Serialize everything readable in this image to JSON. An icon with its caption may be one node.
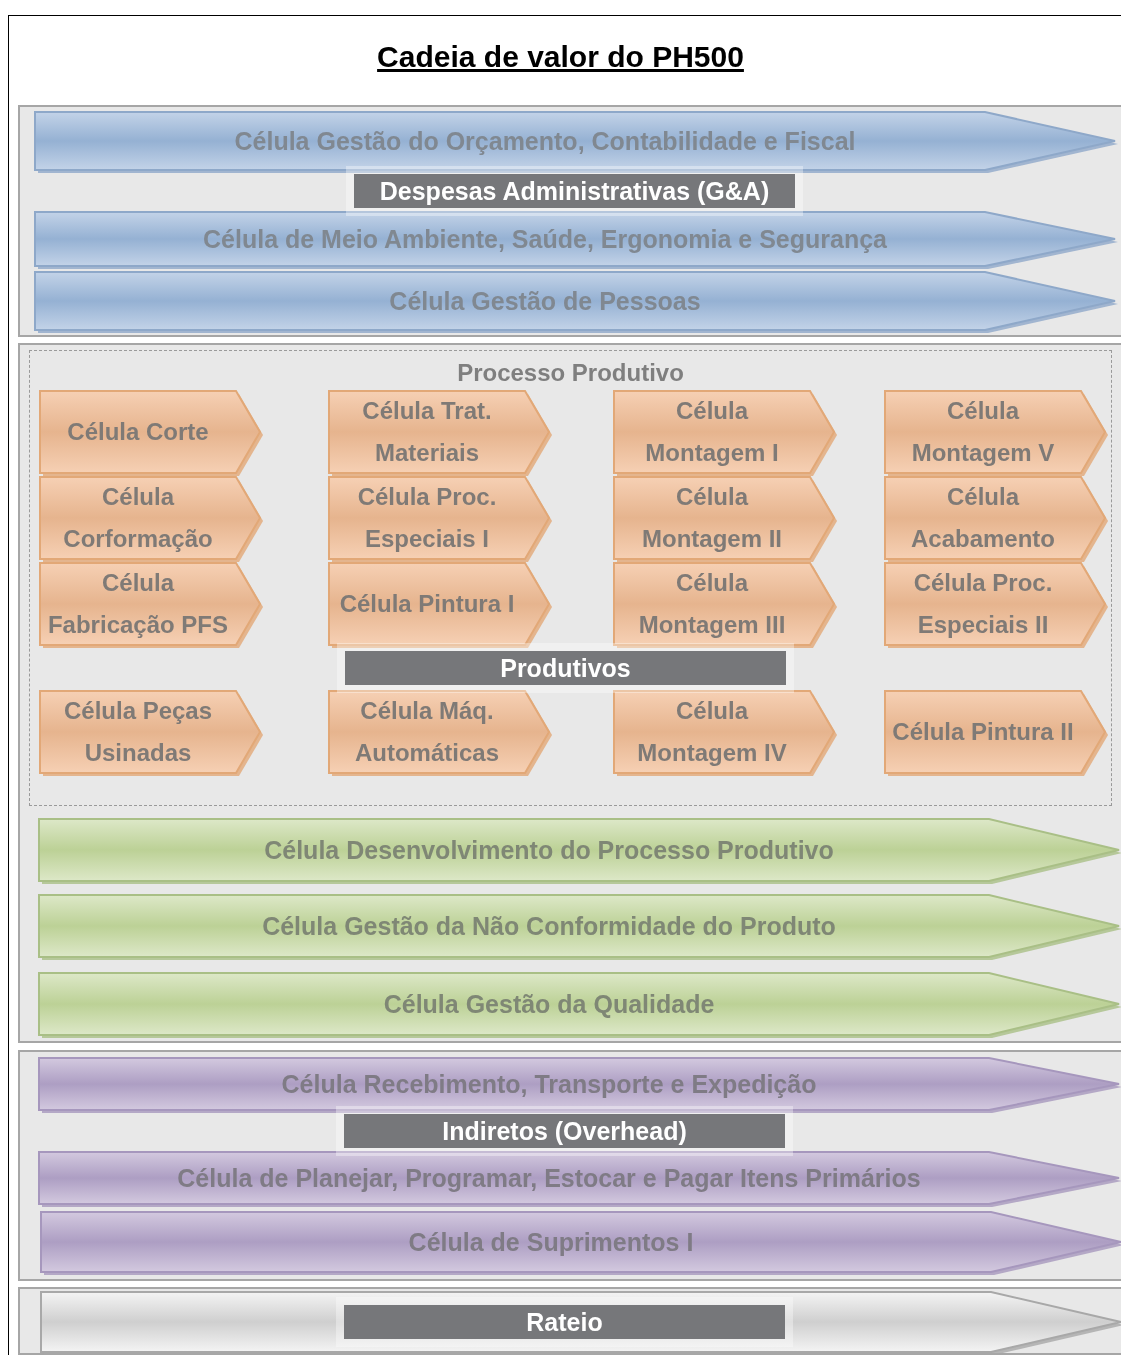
{
  "diagram": {
    "title": "Cadeia de valor do PH500",
    "nodes": [
      {
        "text": [],
        "shape": "box"
      },
      {
        "text": [
          "Célula Gestão do Orçamento, Contabilidade e Fiscal"
        ],
        "in": 0
      },
      {
        "text": [
          "Despesas Administrativas (G&A)"
        ],
        "in": 0
      },
      {
        "text": [
          "Célula de Meio Ambiente, Saúde, Ergonomia e Segurança"
        ],
        "in": 0
      },
      {
        "text": [
          "Célula Gestão de Pessoas"
        ],
        "in": 0
      },
      {
        "text": [],
        "shape": "box"
      },
      {
        "text": [
          "Processo Produtivo"
        ],
        "in": 5
      },
      {
        "text": [
          "Célula Corte"
        ],
        "in": 6
      },
      {
        "text": [
          "Célula Trat. Materiais"
        ],
        "in": 6
      },
      {
        "text": [
          "Célula Montagem I"
        ],
        "in": 6
      },
      {
        "text": [
          "Célula Montagem V"
        ],
        "in": 6
      },
      {
        "text": [
          "Célula Corformação"
        ],
        "in": 6
      },
      {
        "text": [
          "Célula Proc. Especiais I"
        ],
        "in": 6
      },
      {
        "text": [
          "Célula Montagem II"
        ],
        "in": 6
      },
      {
        "text": [
          "Célula Acabamento"
        ],
        "in": 6
      },
      {
        "text": [
          "Célula Fabricação PFS"
        ],
        "in": 6
      },
      {
        "text": [
          "Célula Pintura I"
        ],
        "in": 6
      },
      {
        "text": [
          "Célula Montagem III"
        ],
        "in": 6
      },
      {
        "text": [
          "Célula Proc. Especiais II"
        ],
        "in": 6
      },
      {
        "text": [
          "Produtivos"
        ],
        "in": 6
      },
      {
        "text": [
          "Célula Peças Usinadas"
        ],
        "in": 6
      },
      {
        "text": [
          "Célula Máq. Automáticas"
        ],
        "in": 6
      },
      {
        "text": [
          "Célula Montagem IV"
        ],
        "in": 6
      },
      {
        "text": [
          "Célula Pintura II"
        ],
        "in": 6
      },
      {
        "text": [
          "Célula Desenvolvimento do Processo Produtivo"
        ],
        "in": 5
      },
      {
        "text": [
          "Célula Gestão da Não Conformidade do Produto"
        ],
        "in": 5
      },
      {
        "text": [
          "Célula Gestão da Qualidade"
        ],
        "in": 5
      },
      {
        "text": [],
        "shape": "box"
      },
      {
        "text": [
          "Célula Recebimento, Transporte e Expedição"
        ],
        "in": 27
      },
      {
        "text": [
          "Indiretos (Overhead)"
        ],
        "in": 27
      },
      {
        "text": [
          "Célula de Planejar, Programar, Estocar e Pagar Itens Primários"
        ],
        "in": 27
      },
      {
        "text": [
          "Célula de Suprimentos I"
        ],
        "in": 27
      },
      {
        "text": [],
        "shape": "box"
      },
      {
        "text": [],
        "shape": "arrow",
        "in": 32
      },
      {
        "text": [
          "Rateio"
        ],
        "in": 33
      }
    ]
  }
}
